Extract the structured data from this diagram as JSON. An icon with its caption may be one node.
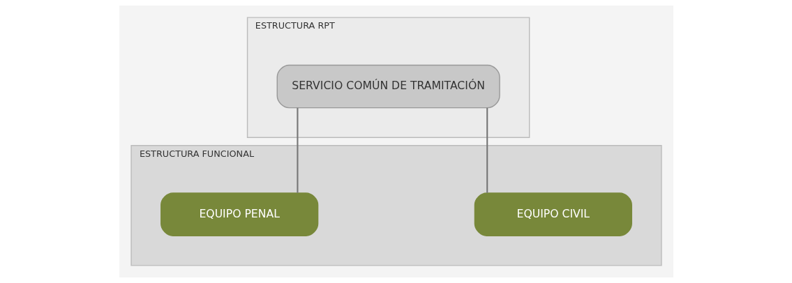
{
  "diagram": {
    "nodes": [
      {
        "text": [
          "ESTRUCTURA RPT"
        ]
      },
      {
        "text": [
          "SERVICIO COMÚN DE TRAMITACIÓN"
        ],
        "in": 0
      },
      {
        "text": [
          "ESTRUCTURA FUNCIONAL"
        ]
      },
      {
        "text": [
          "EQUIPO CIVIL"
        ],
        "in": 2
      },
      {
        "text": [
          "EQUIPO PENAL"
        ],
        "in": 2
      }
    ],
    "edges": [
      {
        "from": 1,
        "to": 3,
        "arrow": "none"
      },
      {
        "from": 1,
        "to": 4,
        "arrow": "none"
      }
    ]
  }
}
